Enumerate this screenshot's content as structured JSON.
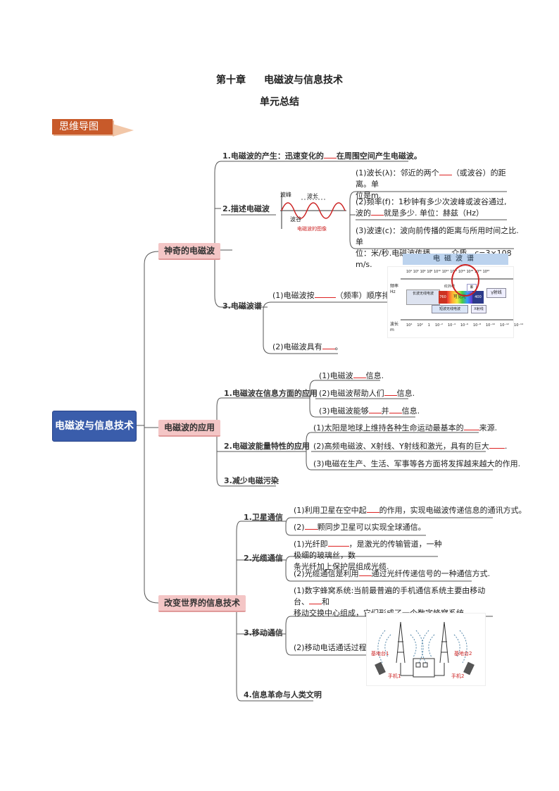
{
  "header": {
    "chapter": "第十章",
    "chapter_title": "电磁波与信息技术",
    "subtitle": "单元总结"
  },
  "badge_label": "思维导图",
  "root_label": "电磁波与信息技术",
  "branch1": {
    "label": "神奇的电磁波",
    "item1": {
      "pre": "1.电磁波的产生：迅速变化的",
      "post": "在周围空间产生电磁波。"
    },
    "item2": {
      "label": "2.描述电磁波",
      "leaf1_line1": {
        "pre": "(1)波长(λ)：邻近的两个",
        "post": "（或波谷）的距离。单"
      },
      "leaf1_line2": "位是m.",
      "leaf2_line1": "(2)频率(f)：1秒钟有多少次波峰或波谷通过,",
      "leaf2_line2": {
        "pre": "波的",
        "post": "就是多少. 单位：赫兹（Hz）"
      },
      "leaf3_line1": "(3)波速(c)：波向前传播的距离与所用时间之比.单",
      "leaf3_line2": {
        "pre": "位：米/秒.电磁波传播",
        "post": "介质。c=3×108 m/s."
      }
    },
    "item3": {
      "label": "3.电磁波谱",
      "leaf1": {
        "pre": "(1)电磁波按",
        "post": "（频率）顺序排列"
      },
      "leaf2": {
        "pre": "(2)电磁波具有",
        "post": "。"
      }
    }
  },
  "wave_image": {
    "crest": "波峰",
    "trough": "波谷",
    "wavelength": "波长",
    "caption": "电磁波的图像"
  },
  "spectrum_image": {
    "title": "电磁波谱",
    "freq_label": "频率 Hz",
    "wavelength_label": "波长 m",
    "band_radio": "长波无线电波",
    "band_infrared": "红外线",
    "band_visible": "可见光",
    "band_uv": "紫",
    "band_gamma": "γ射线",
    "band_xray": "X射线",
    "band_micro": "短波无线电波",
    "band_760": "760 nm",
    "band_400": "400 nm",
    "freq_ticks": [
      "10⁴",
      "10⁵",
      "10⁶",
      "10⁸",
      "10¹⁰",
      "10¹²",
      "10¹⁴",
      "10¹⁶",
      "10¹⁸",
      "10²⁰",
      "10²²"
    ],
    "wave_ticks": [
      "10⁴",
      "10²",
      "1",
      "10⁻²",
      "10⁻⁴",
      "10⁻⁶",
      "10⁻⁸",
      "10⁻¹⁰",
      "10⁻¹²",
      "10⁻¹⁴"
    ]
  },
  "branch2": {
    "label": "电磁波的应用",
    "item1": {
      "label": "1.电磁波在信息方面的应用",
      "leaf1": {
        "pre": "(1)电磁波",
        "post": "信息."
      },
      "leaf2": {
        "pre": "(2)电磁波帮助人们",
        "post": "信息."
      },
      "leaf3": {
        "pre": "(3)电磁波能够",
        "mid": "并",
        "post": "信息."
      }
    },
    "item2": {
      "label": "2.电磁波能量特性的应用",
      "leaf1": {
        "pre": "(1)太阳是地球上维持各种生命运动最基本的",
        "post": "来源."
      },
      "leaf2": {
        "pre": "(2)高频电磁波、X射线、Y射线和激光，具有的巨大",
        "post": "."
      },
      "leaf3": "(3)电磁在生产、生活、军事等各方面将发挥越来越大的作用."
    },
    "item3": "3.减少电磁污染"
  },
  "branch3": {
    "label": "改变世界的信息技术",
    "item1": {
      "label": "1.卫星通信",
      "leaf1": {
        "pre": "(1)利用卫星在空中起",
        "post": "的作用，实现电磁波传递信息的通讯方式。"
      },
      "leaf2": {
        "pre": "(2)",
        "post": "颗同步卫星可以实现全球通信。"
      }
    },
    "item2": {
      "label": "2.光缆通信",
      "leaf1_line1": {
        "pre": "(1)光纤即",
        "post": "，是激光的传输管道，一种极细的玻璃丝，数"
      },
      "leaf1_line2": "条光纤加上保护层组成光缆.",
      "leaf2": {
        "pre": "(2)光缆通信是利用",
        "post": "通过光纤传递信号的一种通信方式."
      }
    },
    "item3": {
      "label": "3.移动通信",
      "leaf1_line1": {
        "pre": "(1)数字蜂窝系统:当前最普遍的手机通信系统主要由移动台、",
        "post": "和"
      },
      "leaf1_line2": "移动交换中心组成，它们形成了一个数字蜂窝系统.",
      "leaf2": "(2)移动电话通话过程:"
    },
    "item4": "4.信息革命与人类文明"
  },
  "mobile_image": {
    "station1": "基地台1",
    "station2": "基地台2",
    "phone1": "手机1",
    "phone2": "手机2"
  },
  "colors": {
    "root": "#3a5dab",
    "branch": "#f4c6c6",
    "badge": "#c85a2a",
    "lines": "#555555",
    "blank": "#dd2222"
  }
}
